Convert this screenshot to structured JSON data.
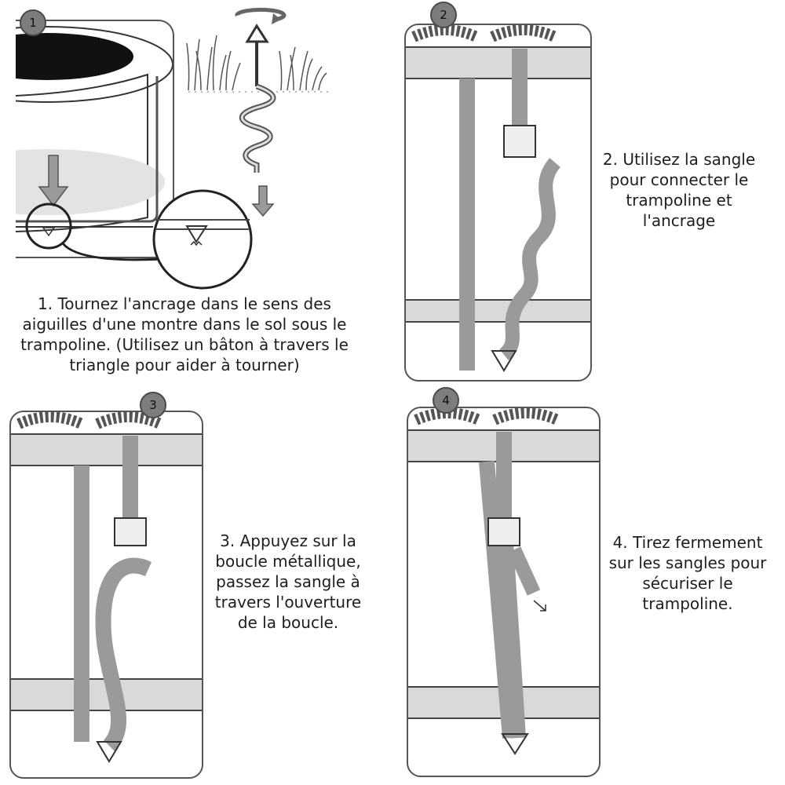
{
  "steps": [
    {
      "number": "1",
      "caption": "1. Tournez l'ancrage dans le sens des aiguilles d'une montre dans le sol sous le trampoline. (Utilisez un bâton à travers le triangle pour aider à tourner)"
    },
    {
      "number": "2",
      "caption": "2. Utilisez la sangle pour connecter le trampoline et l'ancrage"
    },
    {
      "number": "3",
      "caption": "3. Appuyez sur la boucle métallique, passez la sangle à travers l'ouverture de la boucle."
    },
    {
      "number": "4",
      "caption": "4. Tirez fermement sur les sangles pour sécuriser le trampoline."
    }
  ],
  "colors": {
    "line": "#333333",
    "strap": "#9a9a9a",
    "frame": "#d9d9d9",
    "badge": "#7d7d7d",
    "spring": "#555555"
  },
  "icons": [
    "arrow-down-icon",
    "rotate-icon",
    "arrow-pull-icon"
  ]
}
